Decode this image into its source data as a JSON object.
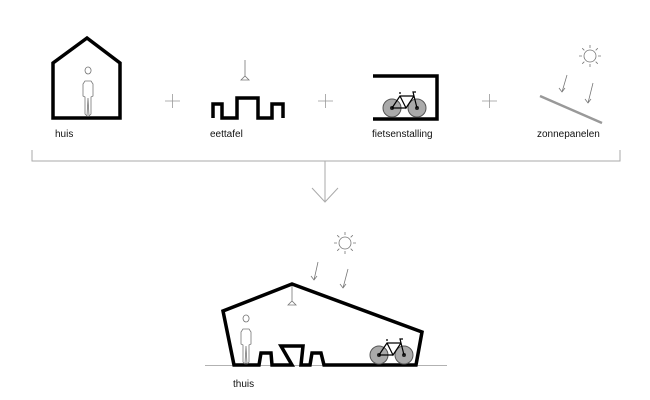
{
  "components": [
    {
      "label": "huis",
      "icon": "house-icon"
    },
    {
      "label": "eettafel",
      "icon": "dining-table-icon"
    },
    {
      "label": "fietsenstalling",
      "icon": "bike-shed-icon"
    },
    {
      "label": "zonnepanelen",
      "icon": "solar-panel-icon"
    }
  ],
  "operator": "+",
  "result": {
    "label": "thuis",
    "icon": "combined-home-icon"
  },
  "colors": {
    "stroke": "#000000",
    "thin": "#888888",
    "wheel": "#999999"
  }
}
